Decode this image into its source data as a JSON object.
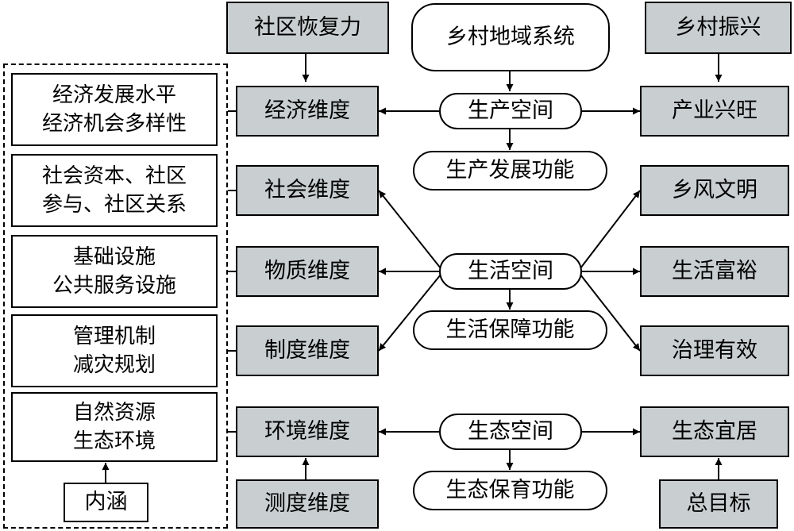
{
  "top": {
    "resilience": "社区恢复力",
    "system": "乡村地域系统",
    "revitalization": "乡村振兴"
  },
  "spaces": {
    "production": {
      "space": "生产空间",
      "function": "生产发展功能"
    },
    "living": {
      "space": "生活空间",
      "function": "生活保障功能"
    },
    "ecological": {
      "space": "生态空间",
      "function": "生态保育功能"
    }
  },
  "dimensions": {
    "economic": "经济维度",
    "social": "社会维度",
    "physical": "物质维度",
    "institutional": "制度维度",
    "environmental": "环境维度",
    "measurement": "测度维度"
  },
  "connotations": {
    "economic": [
      "经济发展水平",
      "经济机会多样性"
    ],
    "social": [
      "社会资本、社区",
      "参与、社区关系"
    ],
    "physical": [
      "基础设施",
      "公共服务设施"
    ],
    "institutional": [
      "管理机制",
      "减灾规划"
    ],
    "environmental": [
      "自然资源",
      "生态环境"
    ],
    "label": "内涵"
  },
  "goals": {
    "industry": "产业兴旺",
    "civility": "乡风文明",
    "affluence": "生活富裕",
    "governance": "治理有效",
    "ecology": "生态宜居",
    "overall": "总目标"
  }
}
